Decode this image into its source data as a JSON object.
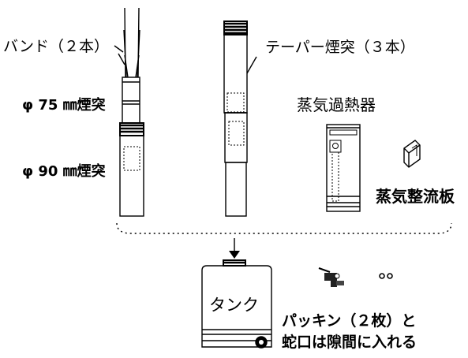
{
  "labels": {
    "band": "バンド（２本）",
    "chimney75": "φ 75 ㎜煙突",
    "chimney90": "φ 90 ㎜煙突",
    "taper": "テーパー煙突（３本）",
    "superheater": "蒸気過熱器",
    "rectifier": "蒸気整流板",
    "tank": "タンク",
    "packing_line1": "パッキン（２枚）と",
    "packing_line2": "蛇口は隙間に入れる"
  }
}
